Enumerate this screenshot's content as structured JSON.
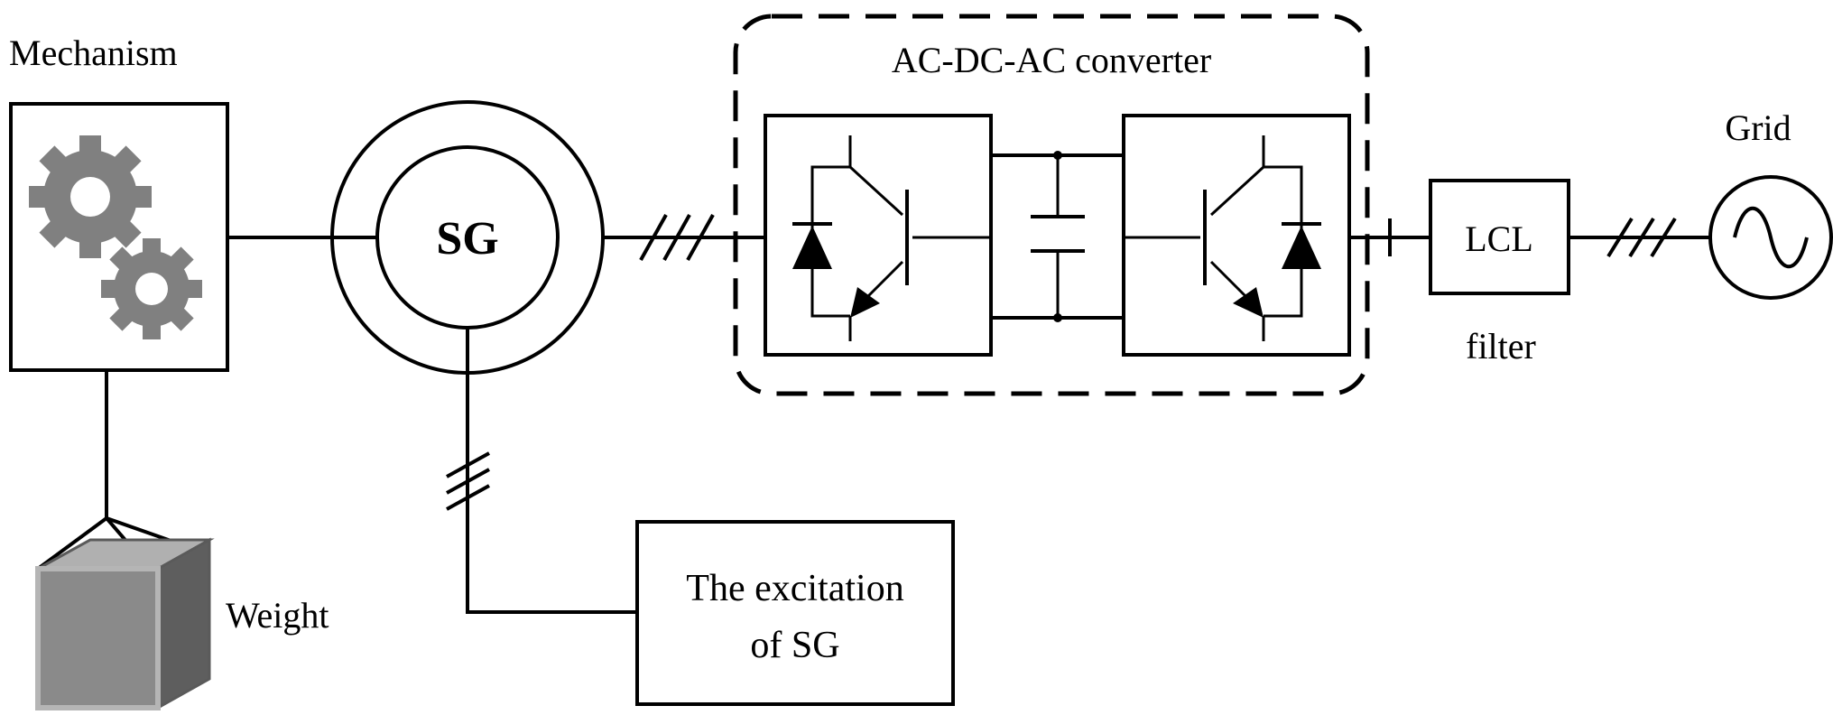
{
  "labels": {
    "mechanism": "Mechanism",
    "weight": "Weight",
    "sg": "SG",
    "converter": "AC-DC-AC converter",
    "lcl": "LCL",
    "filter": "filter",
    "grid": "Grid",
    "excitation_line1": "The excitation",
    "excitation_line2": "of SG"
  },
  "icons": [
    "gear-icon",
    "weight-cube-icon",
    "diode-icon",
    "igbt-icon",
    "capacitor-icon",
    "ac-source-icon",
    "three-phase-marker-icon"
  ],
  "colors": {
    "gear": "#808080",
    "cube_front": "#8a8a8a",
    "cube_top": "#b0b0b0",
    "cube_side": "#5e5e5e",
    "line": "#000000"
  }
}
